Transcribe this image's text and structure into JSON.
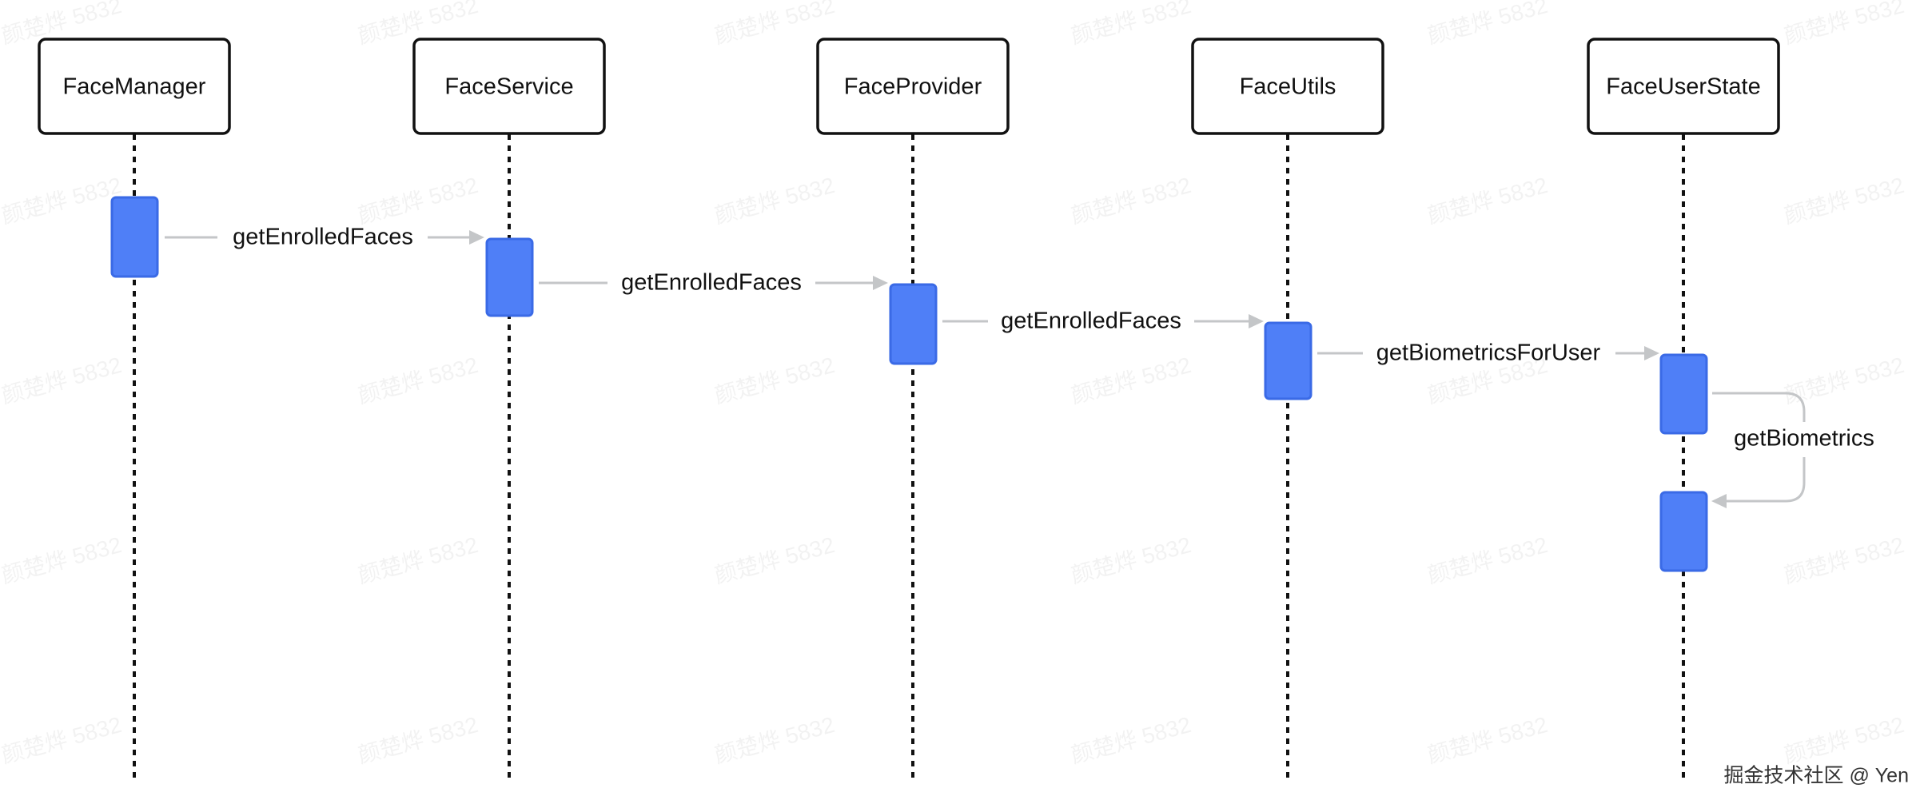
{
  "diagram": {
    "type": "sequence",
    "actors": [
      {
        "id": "facemanager",
        "label": "FaceManager"
      },
      {
        "id": "faceservice",
        "label": "FaceService"
      },
      {
        "id": "faceprovider",
        "label": "FaceProvider"
      },
      {
        "id": "faceutils",
        "label": "FaceUtils"
      },
      {
        "id": "faceuserstate",
        "label": "FaceUserState"
      }
    ],
    "messages": [
      {
        "from": "FaceManager",
        "to": "FaceService",
        "label": "getEnrolledFaces"
      },
      {
        "from": "FaceService",
        "to": "FaceProvider",
        "label": "getEnrolledFaces"
      },
      {
        "from": "FaceProvider",
        "to": "FaceUtils",
        "label": "getEnrolledFaces"
      },
      {
        "from": "FaceUtils",
        "to": "FaceUserState",
        "label": "getBiometricsForUser"
      },
      {
        "from": "FaceUserState",
        "to": "FaceUserState",
        "label": "getBiometrics"
      }
    ],
    "colors": {
      "activation": "#4f7ff7",
      "arrow": "#c4c6c8",
      "box_border": "#111111"
    }
  },
  "watermark": "颜楚烨 5832",
  "credit": "掘金技术社区 @ Yen"
}
